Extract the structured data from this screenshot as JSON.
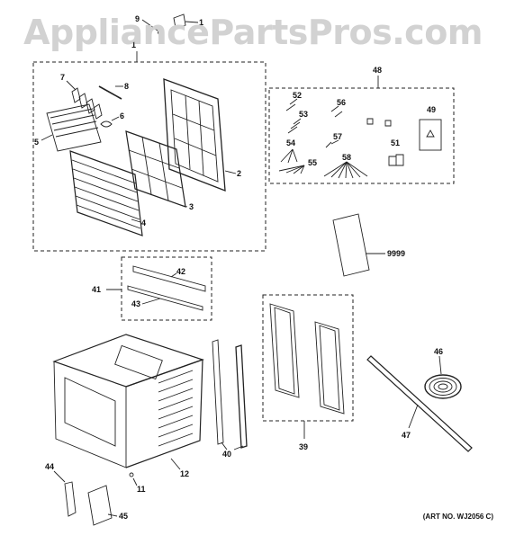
{
  "watermark": "AppliancePartsPros.com",
  "art_number": "(ART NO. WJ2056 C)",
  "callouts": {
    "c1": "1",
    "c1b": "1",
    "c2": "2",
    "c3": "3",
    "c4": "4",
    "c5": "5",
    "c6": "6",
    "c7": "7",
    "c8": "8",
    "c9": "9",
    "c11": "11",
    "c12": "12",
    "c39": "39",
    "c40": "40",
    "c41": "41",
    "c42": "42",
    "c43": "43",
    "c44": "44",
    "c45": "45",
    "c46": "46",
    "c47": "47",
    "c48": "48",
    "c49": "49",
    "c51": "51",
    "c52": "52",
    "c53": "53",
    "c54": "54",
    "c55": "55",
    "c56": "56",
    "c57": "57",
    "c58": "58",
    "c9999": "9999"
  }
}
